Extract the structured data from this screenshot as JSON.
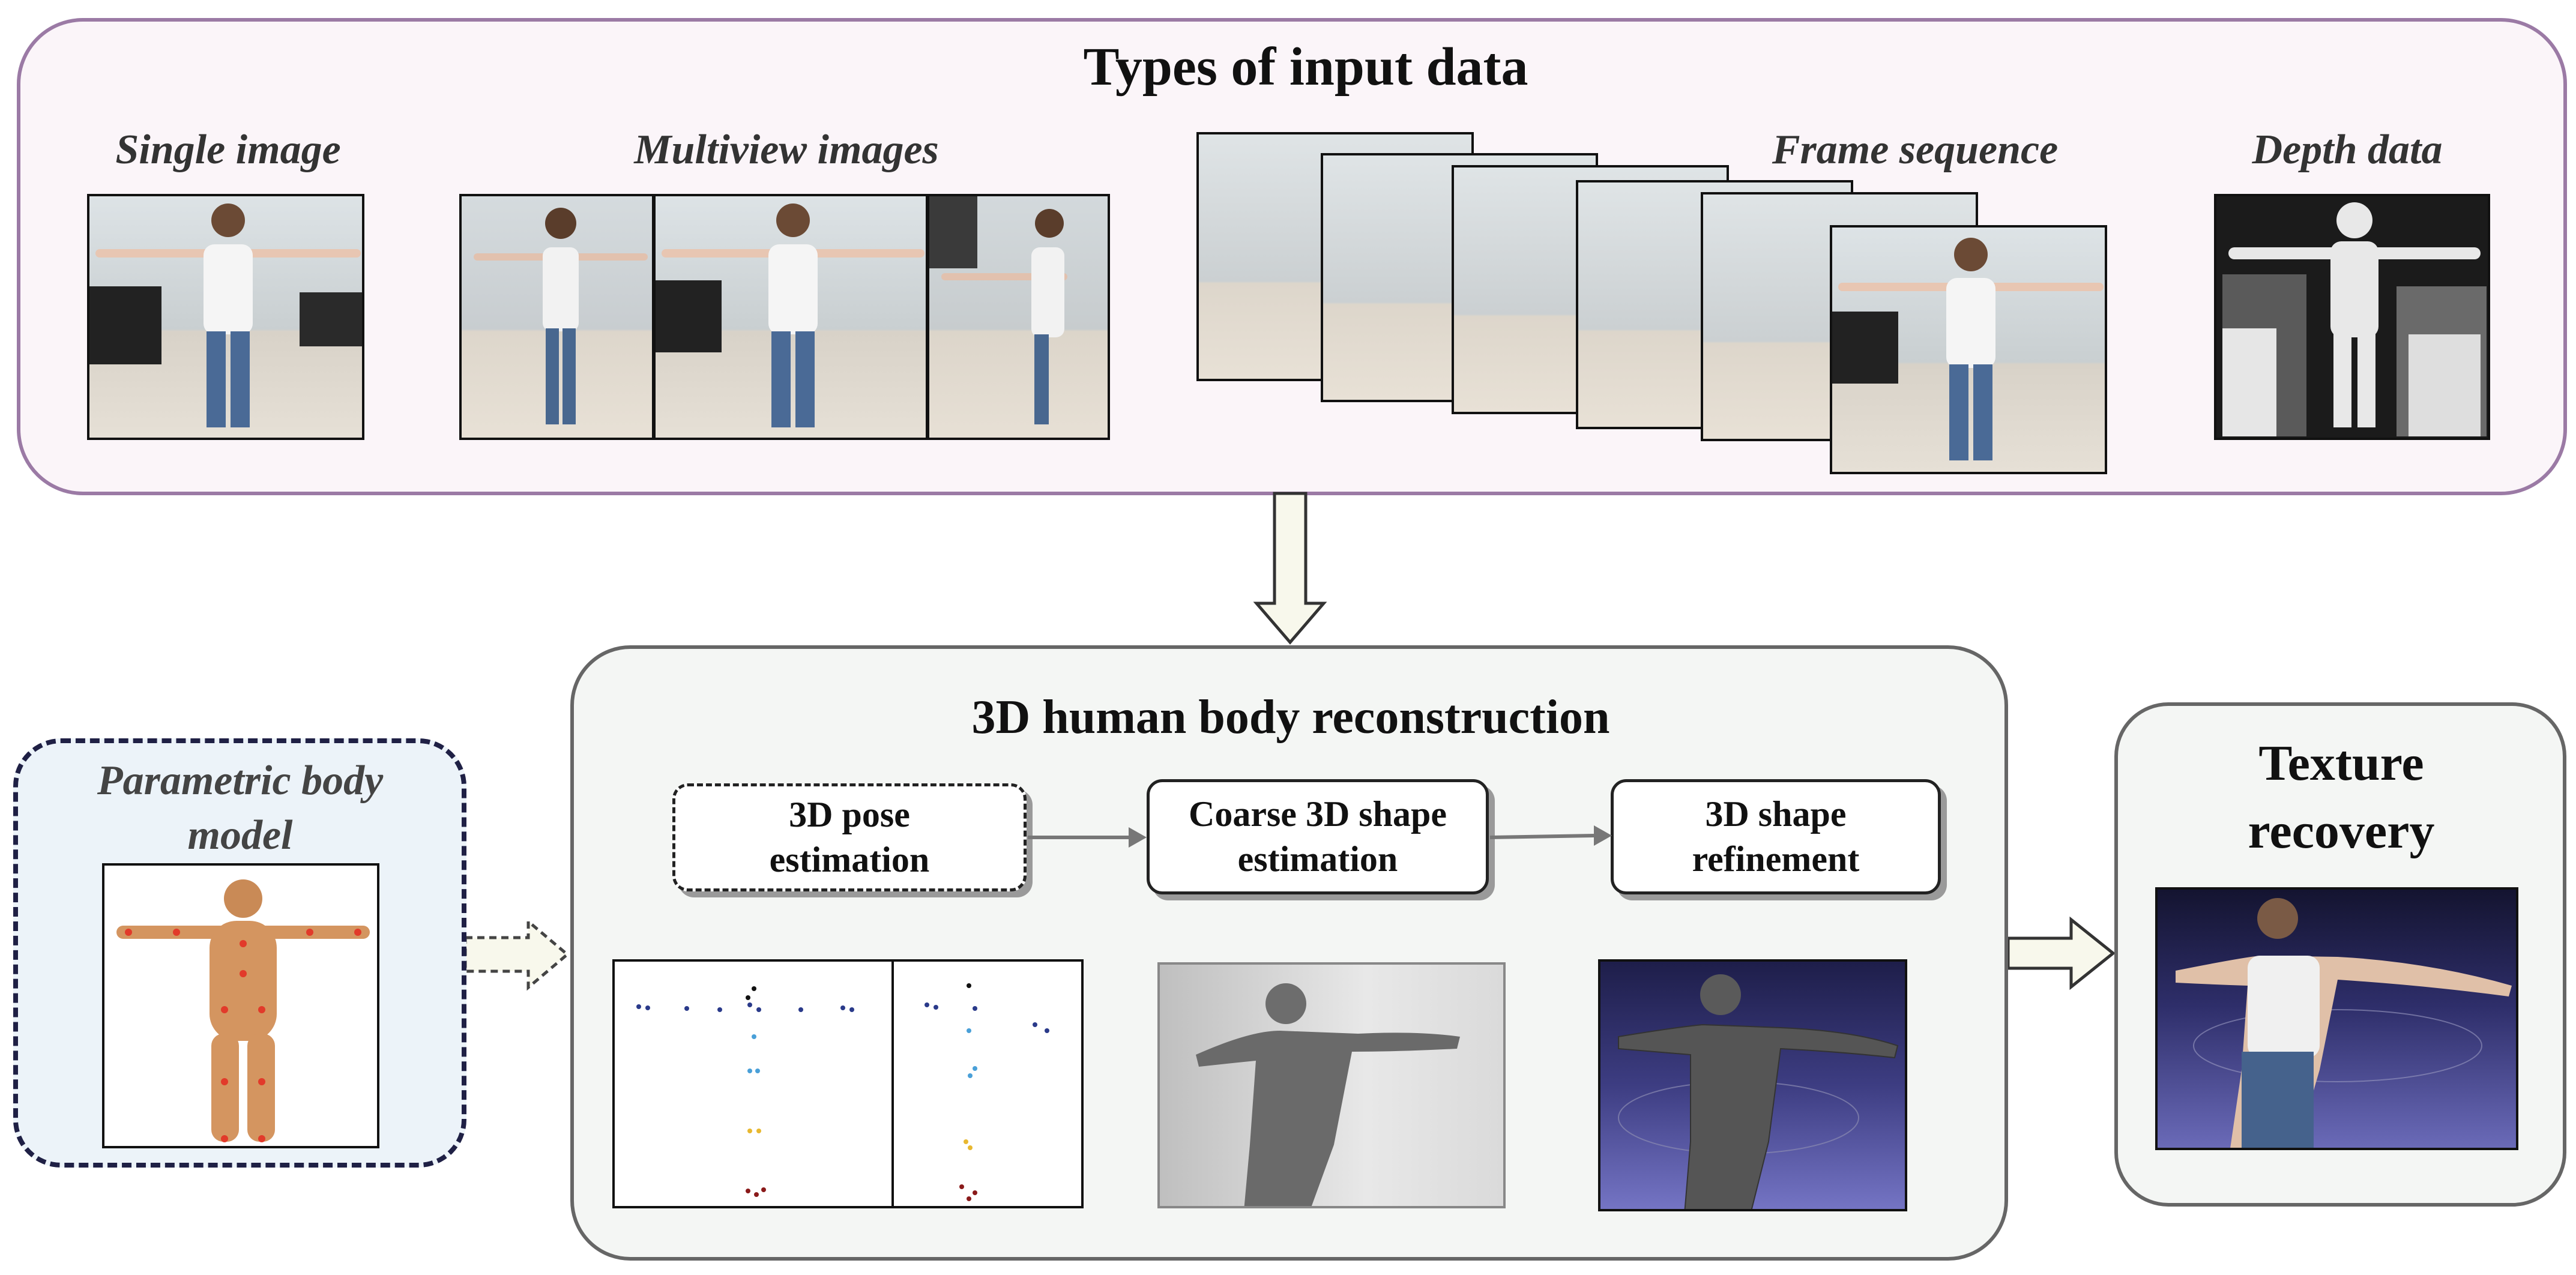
{
  "input_panel": {
    "title": "Types of input data",
    "labels": {
      "single": "Single image",
      "multiview": "Multiview images",
      "sequence": "Frame sequence",
      "depth": "Depth data"
    }
  },
  "recon_panel": {
    "title": "3D human body reconstruction",
    "steps": [
      "3D pose\nestimation",
      "Coarse 3D shape\nestimation",
      "3D shape\nrefinement"
    ]
  },
  "param_panel": {
    "title": "Parametric body\nmodel"
  },
  "texture_panel": {
    "title": "Texture\nrecovery"
  },
  "colors": {
    "input_bg": "#fbf5f9",
    "input_border": "#9b7aa5",
    "recon_bg": "#f4f6f4",
    "recon_border": "#666666",
    "param_bg": "#ecf3f9",
    "param_border": "#1f2045",
    "arrow_fill": "#f8f8ec",
    "render_blue": "#4a4a8c"
  }
}
